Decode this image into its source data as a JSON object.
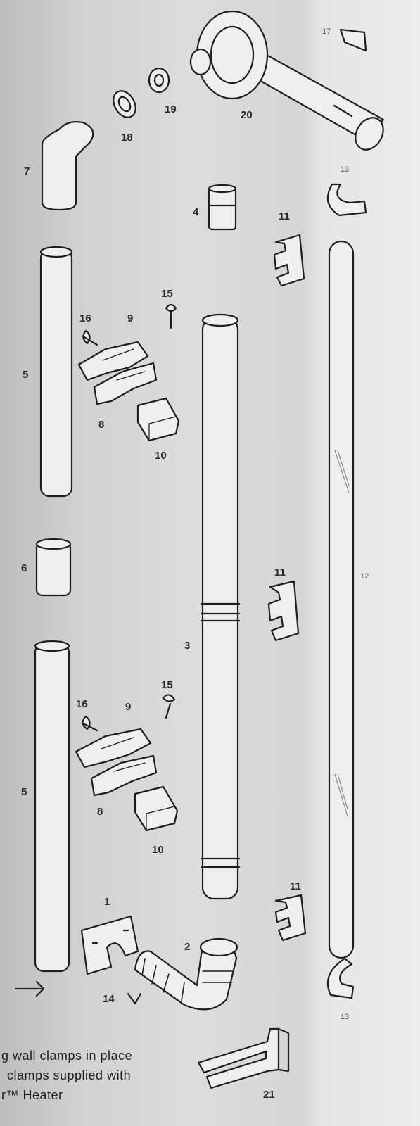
{
  "labels": {
    "p1": "1",
    "p2": "2",
    "p3": "3",
    "p4": "4",
    "p5a": "5",
    "p5b": "5",
    "p6": "6",
    "p7": "7",
    "p8a": "8",
    "p8b": "8",
    "p9a": "9",
    "p9b": "9",
    "p10a": "10",
    "p10b": "10",
    "p11a": "11",
    "p11b": "11",
    "p11c": "11",
    "p12": "12",
    "p13a": "13",
    "p13b": "13",
    "p14": "14",
    "p15a": "15",
    "p15b": "15",
    "p16a": "16",
    "p16b": "16",
    "p17": "17",
    "p18": "18",
    "p19": "19",
    "p20": "20",
    "p21": "21"
  },
  "caption": {
    "line1": "g wall clamps in place",
    "line2": "clamps supplied with",
    "line3": "r™ Heater"
  }
}
